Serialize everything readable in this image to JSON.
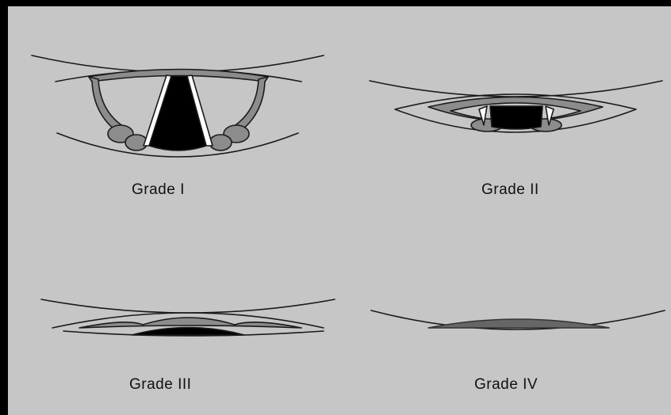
{
  "labels": {
    "grade1": "Grade I",
    "grade2": "Grade II",
    "grade3": "Grade III",
    "grade4": "Grade IV"
  },
  "colors": {
    "frame": "#000000",
    "background": "#c6c6c6",
    "tissue": "#8c8c8c",
    "dark_tissue": "#666666",
    "airway": "#000000",
    "outline": "#1a1a1a"
  }
}
